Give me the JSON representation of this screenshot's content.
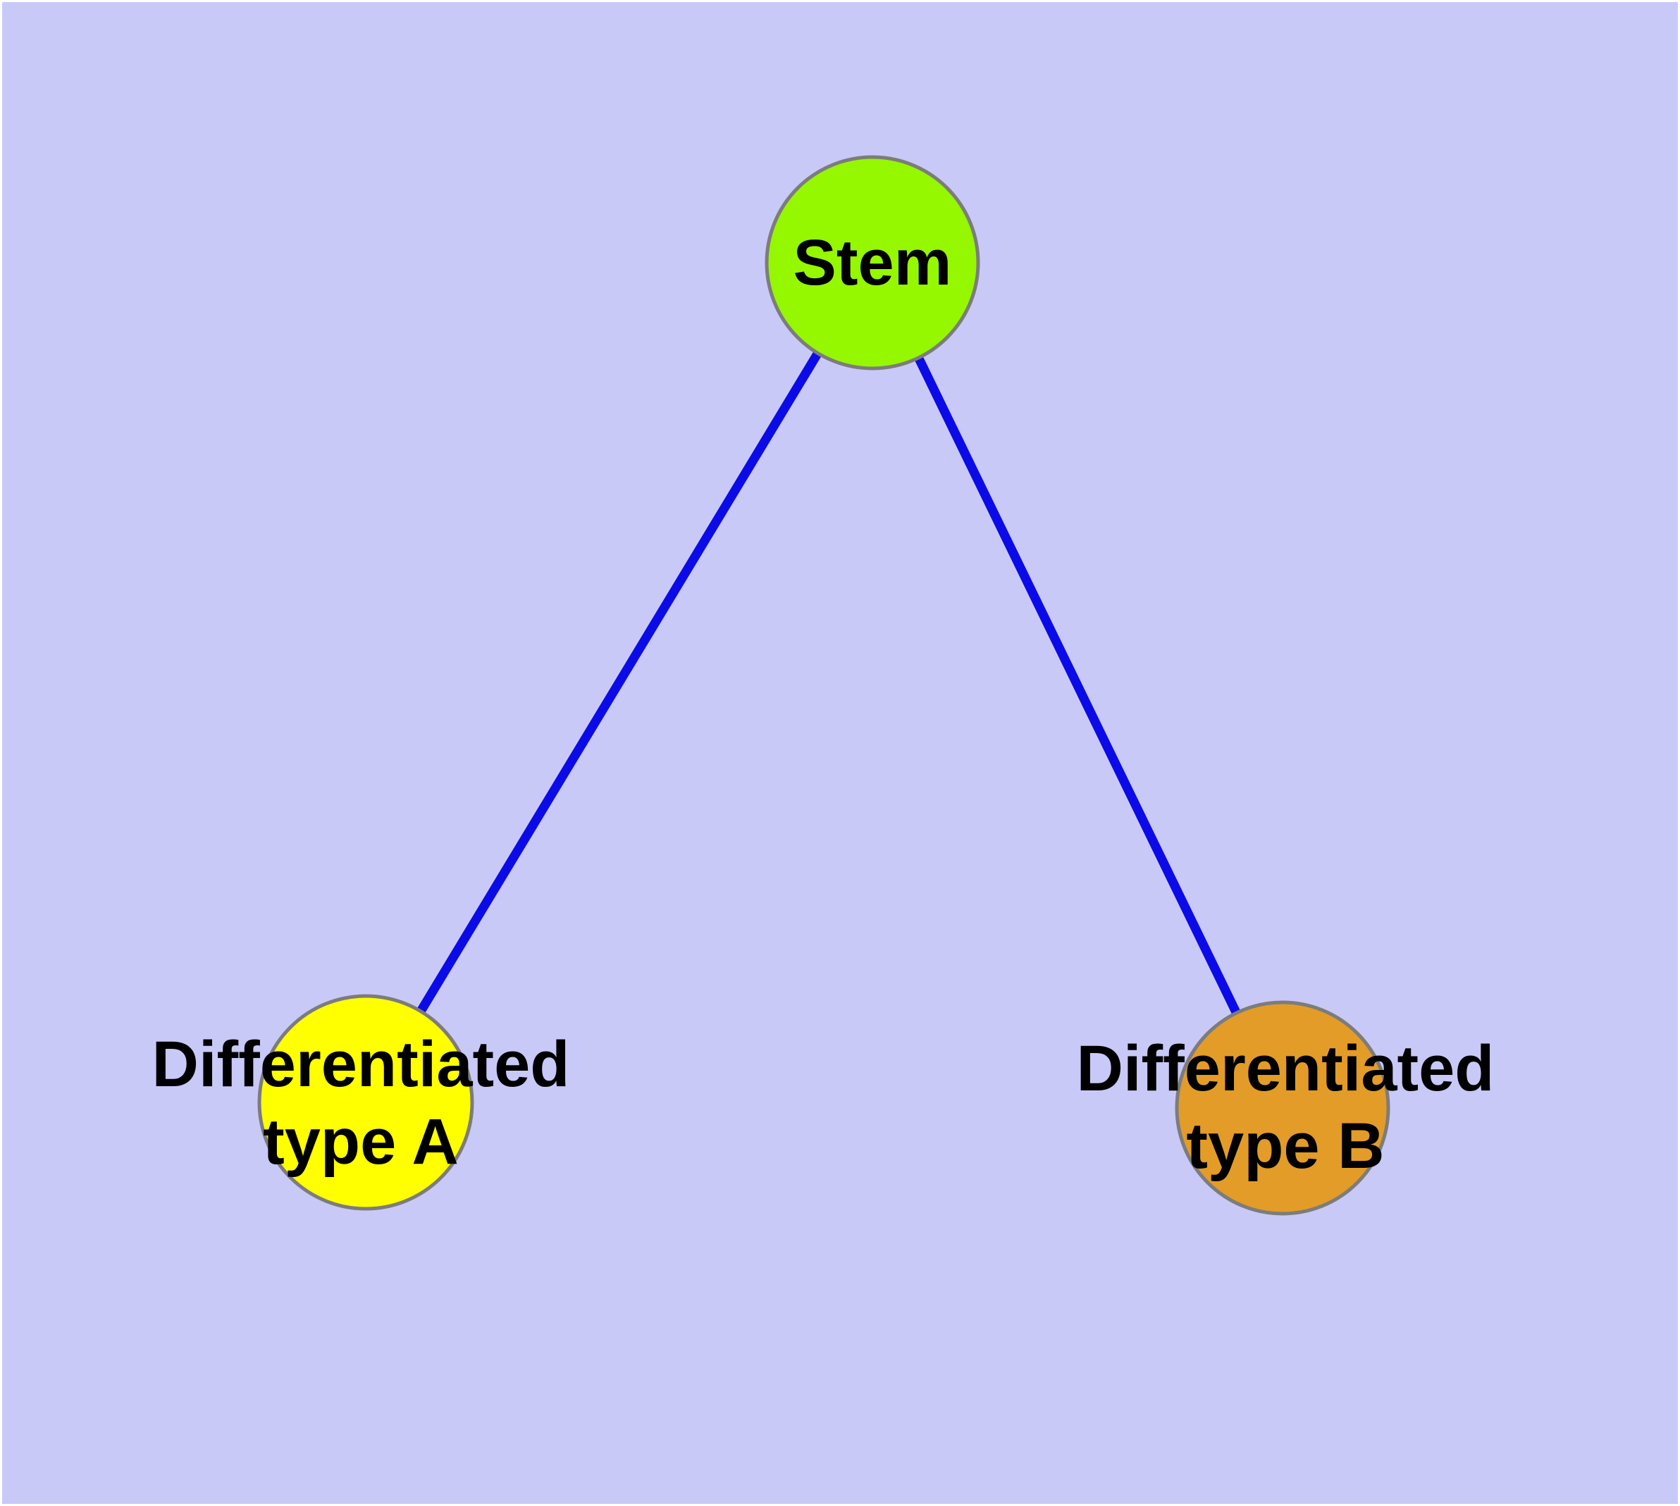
{
  "diagram": {
    "background": "#C9C9F8",
    "frame_color": "#FFFFFF",
    "node_border_color": "#7C7C7C",
    "text_color": "#000000",
    "edge_color": "#0B0BE8",
    "nodes": {
      "stem": {
        "label": "Stem",
        "fill": "#95F700"
      },
      "typeA": {
        "label_line1": "Differentiated",
        "label_line2": "type A",
        "fill": "#FFFF00"
      },
      "typeB": {
        "label_line1": "Differentiated",
        "label_line2": "type B",
        "fill": "#E39C28"
      }
    },
    "edges": [
      {
        "from": "Stem",
        "to": "Differentiated type A"
      },
      {
        "from": "Stem",
        "to": "Differentiated type B"
      }
    ]
  }
}
